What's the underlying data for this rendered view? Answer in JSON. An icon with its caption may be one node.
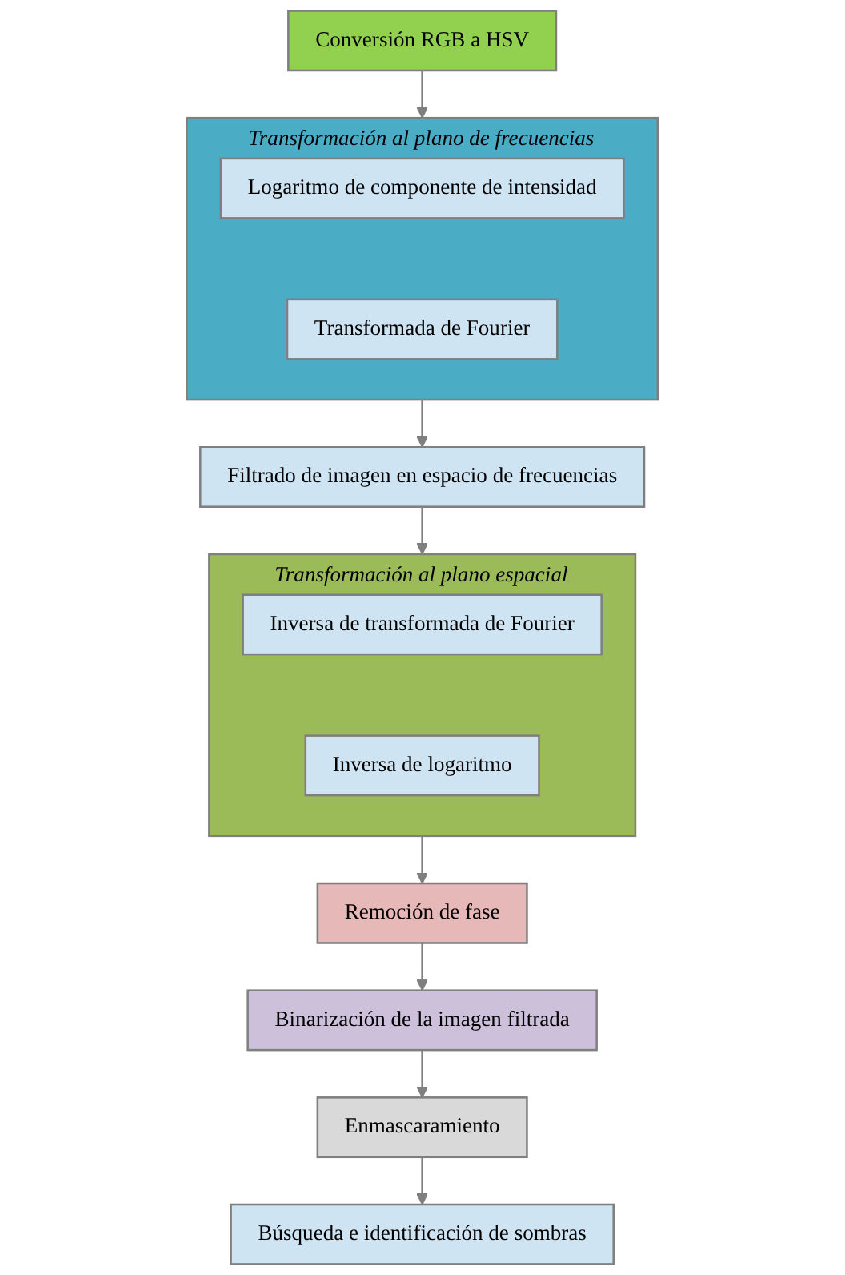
{
  "diagram": {
    "nodes": [
      {
        "text": [
          "Conversión RGB a HSV"
        ]
      },
      {
        "text": [
          "Transformación al plano de frecuencias"
        ]
      },
      {
        "text": [
          "Logaritmo de componente de intensidad"
        ],
        "in": 1
      },
      {
        "text": [
          "Transformada de Fourier"
        ],
        "in": 1
      },
      {
        "text": [
          "Filtrado de imagen en espacio de frecuencias"
        ]
      },
      {
        "text": [
          "Transformación al plano espacial"
        ]
      },
      {
        "text": [
          "Inversa de transformada de Fourier"
        ],
        "in": 5
      },
      {
        "text": [
          "Inversa de logaritmo"
        ],
        "in": 5
      },
      {
        "text": [
          "Remoción de fase"
        ]
      },
      {
        "text": [
          "Binarización de la imagen filtrada"
        ]
      },
      {
        "text": [
          "Enmascaramiento"
        ]
      },
      {
        "text": [
          "Búsqueda e identificación de sombras"
        ]
      }
    ],
    "edges": [
      {
        "from": 0,
        "to": 1,
        "arrow": "to"
      },
      {
        "from": 1,
        "to": 4,
        "arrow": "to"
      },
      {
        "from": 4,
        "to": 5,
        "arrow": "to"
      },
      {
        "from": 5,
        "to": 8,
        "arrow": "to"
      },
      {
        "from": 8,
        "to": 9,
        "arrow": "to"
      },
      {
        "from": 9,
        "to": 10,
        "arrow": "to"
      },
      {
        "from": 10,
        "to": 11,
        "arrow": "to"
      }
    ]
  }
}
